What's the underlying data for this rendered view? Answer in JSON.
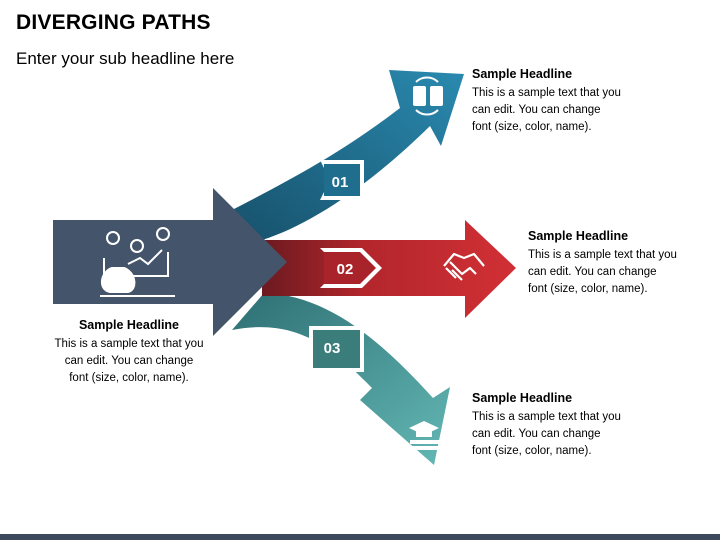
{
  "title": "DIVERGING PATHS",
  "subtitle": "Enter your sub headline here",
  "colors": {
    "main_arrow": "#44546a",
    "path_01": "#1c6f8c",
    "path_02": "#c0282e",
    "path_03": "#3f8f8a"
  },
  "main": {
    "icon": "money-growth-chart-icon",
    "headline": "Sample Headline",
    "text": "This is a sample text that you can edit. You can change font (size, color, name)."
  },
  "paths": [
    {
      "number": "01",
      "icon": "mobile-exchange-icon",
      "headline": "Sample Headline",
      "text": "This is a sample text that you can edit. You can change font (size, color, name)."
    },
    {
      "number": "02",
      "icon": "handshake-icon",
      "headline": "Sample Headline",
      "text": "This is a sample text that you can edit. You can change font (size, color, name)."
    },
    {
      "number": "03",
      "icon": "graduation-cap-book-icon",
      "headline": "Sample Headline",
      "text": "This is a sample text that you can edit. You can change font (size, color, name)."
    }
  ]
}
